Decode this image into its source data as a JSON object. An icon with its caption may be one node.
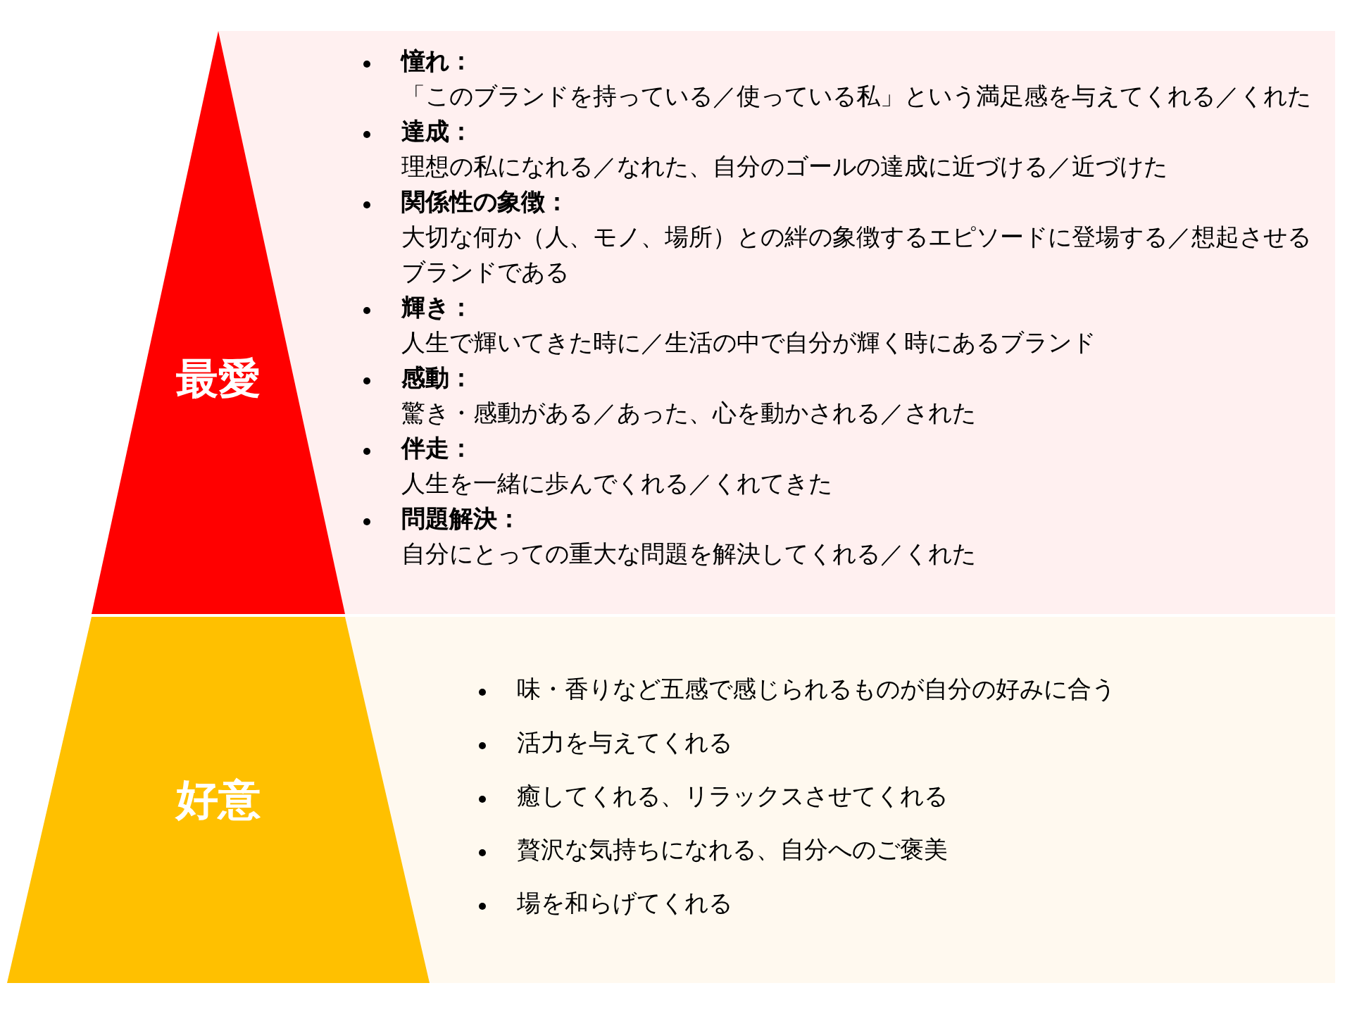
{
  "diagram": {
    "nodes": [
      {
        "text": [
          "最愛"
        ]
      },
      {
        "text": [
          "好意"
        ]
      },
      {
        "text": [
          "憧れ：",
          "「このブランドを持っている／使っている私」という満足感を与えてくれる／くれた",
          "達成：",
          "理想の私になれる／なれた、自分のゴールの達成に近づける／近づけた",
          "関係性の象徴：",
          "大切な何か（人、モノ、場所）との絆の象徴するエピソードに登場する／想起させるブランドである",
          "輝き：",
          "人生で輝いてきた時に／生活の中で自分が輝く時にあるブランド",
          "感動：",
          "驚き・感動がある／あった、心を動かされる／された",
          "伴走：",
          "人生を一緒に歩んでくれる／くれてきた",
          "問題解決：",
          "自分にとっての重大な問題を解決してくれる／くれた"
        ]
      },
      {
        "text": [
          "味・香りなど五感で感じられるものが自分の好みに合う",
          "活力を与えてくれる",
          "癒してくれる、リラックスさせてくれる",
          "贅沢な気持ちになれる、自分へのご褒美",
          "場を和らげてくれる"
        ]
      }
    ]
  }
}
